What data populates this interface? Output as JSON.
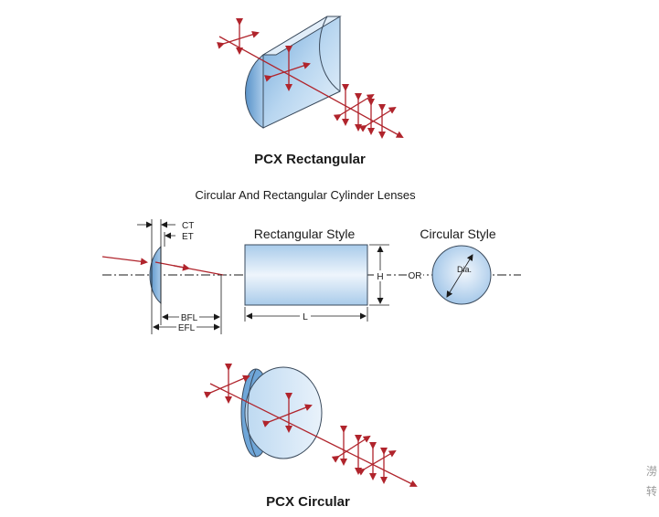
{
  "figure_top": {
    "title": "PCX Rectangular"
  },
  "diagram": {
    "title": "Circular And Rectangular Cylinder Lenses",
    "lens_labels": {
      "ct": "CT",
      "et": "ET",
      "bfl": "BFL",
      "efl": "EFL"
    },
    "rect_style": {
      "title": "Rectangular Style",
      "h": "H",
      "l": "L"
    },
    "or_label": "OR",
    "circ_style": {
      "title": "Circular Style",
      "dia": "Dia."
    }
  },
  "figure_bottom": {
    "title": "PCX Circular"
  },
  "colors": {
    "ray_red": "#b0242c",
    "glass_light": "#e6f1fb",
    "glass_mid": "#bcd8f1",
    "glass_dark": "#6fa6d8",
    "outline": "#3a4a5c"
  },
  "watermark": [
    "澇",
    "转"
  ]
}
